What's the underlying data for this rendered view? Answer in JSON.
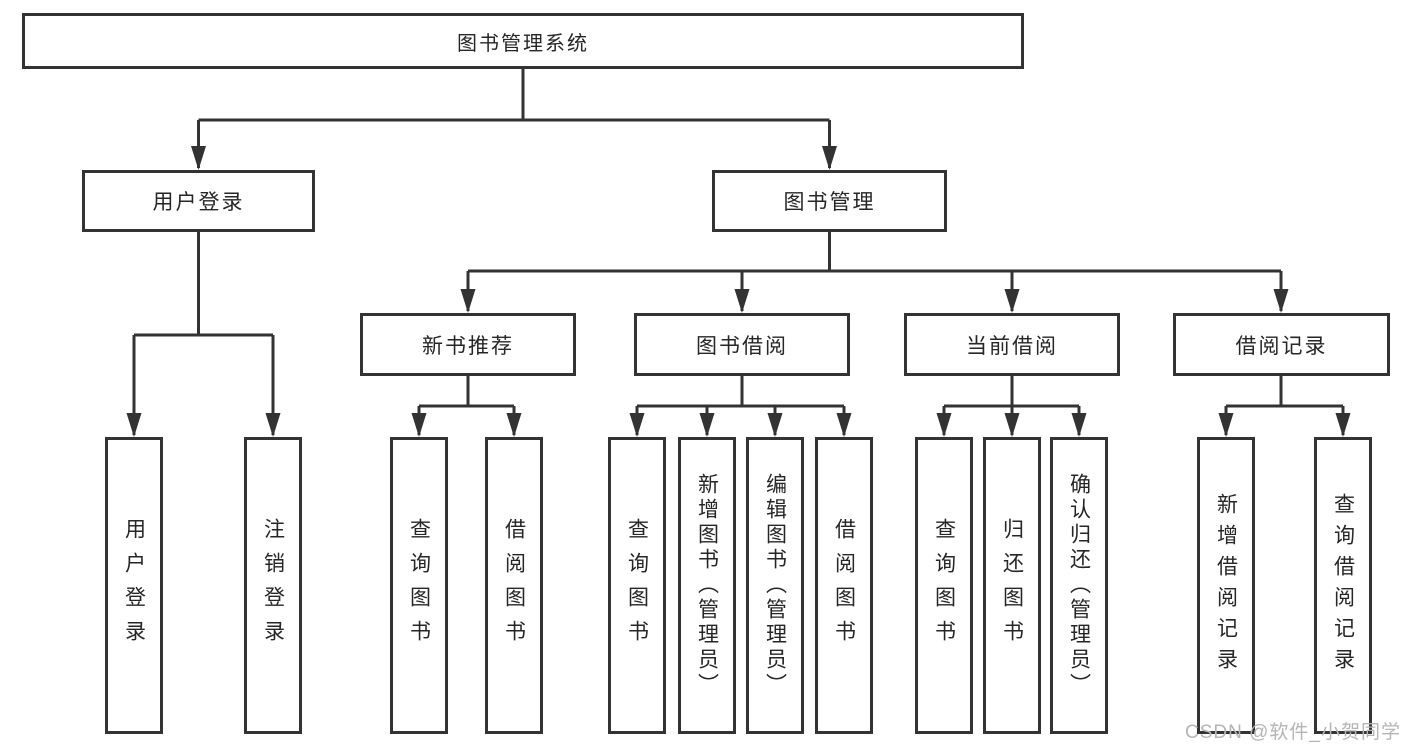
{
  "diagram": {
    "root": {
      "label": "图书管理系统"
    },
    "level2": {
      "user_login": {
        "label": "用户登录"
      },
      "book_management": {
        "label": "图书管理"
      }
    },
    "level3": {
      "new_book_recommend": {
        "label": "新书推荐"
      },
      "book_borrow": {
        "label": "图书借阅"
      },
      "current_borrow": {
        "label": "当前借阅"
      },
      "borrow_record": {
        "label": "借阅记录"
      }
    },
    "leaves": {
      "user_login_leaf": {
        "label": "用户登录"
      },
      "logout": {
        "label": "注销登录"
      },
      "recommend_query": {
        "label": "查询图书"
      },
      "recommend_borrow": {
        "label": "借阅图书"
      },
      "borrow_query": {
        "label": "查询图书"
      },
      "borrow_add": {
        "label": "新增图书（管理员）"
      },
      "borrow_edit": {
        "label": "编辑图书（管理员）"
      },
      "borrow_borrow": {
        "label": "借阅图书"
      },
      "current_query": {
        "label": "查询图书"
      },
      "current_return": {
        "label": "归还图书"
      },
      "current_confirm": {
        "label": "确认归还（管理员）"
      },
      "record_add": {
        "label": "新增借阅记录"
      },
      "record_query": {
        "label": "查询借阅记录"
      }
    },
    "watermark": "CSDN @软件_小贺同学",
    "colors": {
      "line": "#333333",
      "box_border": "#333333",
      "text": "#262626",
      "watermark": "#b5b5b5",
      "background": "#ffffff"
    }
  }
}
